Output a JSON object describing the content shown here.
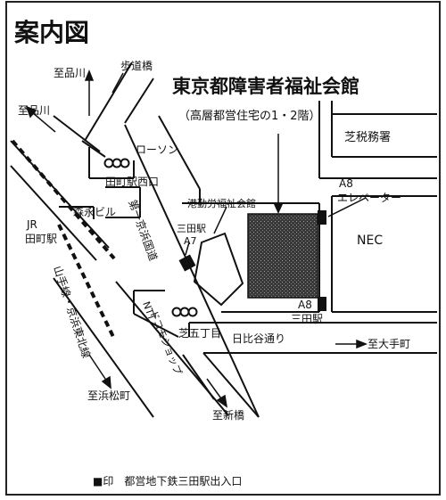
{
  "title": "案内図",
  "venue": {
    "name": "東京都障害者福祉会館",
    "note": "（高層都営住宅の1・2階）"
  },
  "places": {
    "shiba_tax": "芝税務署",
    "nec": "NEC",
    "minato_welfare": "港勤労福祉会館",
    "lawson": "ローソン",
    "morinaga": "森永ビル",
    "ntt": "NTT",
    "docomo": "ドコモショップ"
  },
  "stations": {
    "tamachi_west": "田町駅西口",
    "jr_line1": "JR",
    "jr_line2": "田町駅",
    "mita_a7_line1": "三田駅",
    "mita_a7_line2": "A7",
    "a8_top_line1": "A8",
    "a8_top_line2": "エレベーター",
    "a8_bottom_line1": "A8",
    "a8_bottom_line2": "三田駅"
  },
  "roads": {
    "daiichi_keihin": "第一京浜国道",
    "hibiya": "日比谷通り",
    "shiba5": "芝五丁目",
    "footbridge": "歩道橋",
    "rail_lines": "山手線・京浜東北線"
  },
  "directions": {
    "to_shinagawa_1": "至品川",
    "to_shinagawa_2": "至品川",
    "to_otemachi": "至大手町",
    "to_hamamatsucho": "至浜松町",
    "to_shinbashi": "至新橋"
  },
  "legend": {
    "text": "■印　都営地下鉄三田駅出入口"
  }
}
